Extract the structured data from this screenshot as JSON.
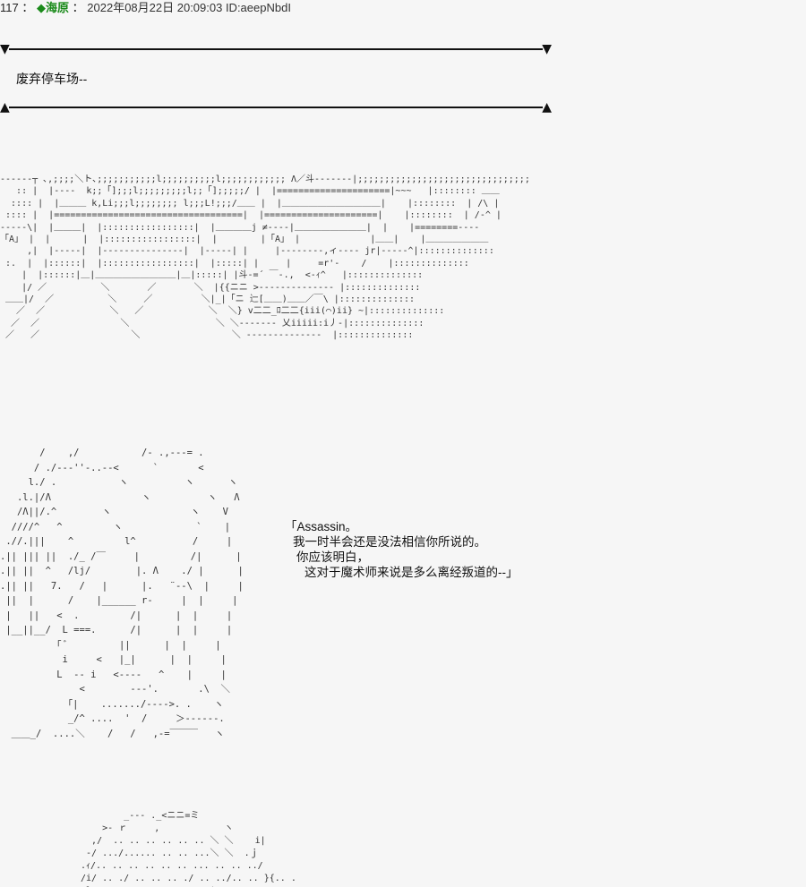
{
  "post": {
    "number": "117",
    "separator": "：",
    "diamond": "◆",
    "name": "海原",
    "colon": "：",
    "datetime": "2022年08月22日 20:09:03 ID:aeepNbdI"
  },
  "dividers": {
    "top_arrow_left": "▼",
    "top_arrow_right": "▼",
    "bottom_arrow_left": "▲",
    "bottom_arrow_right": "▲"
  },
  "caption": "废弃停车场--",
  "dialogue": {
    "line1": "「Assassin。",
    "line2": "我一时半会还是没法相信你所说的。",
    "line3": "你应该明白，",
    "line4": "这对于魔术师来说是多么离经叛道的--」"
  },
  "art": {
    "parking": "‐‐‐‐‐‐┬ ､,;;;;＼ト､;;;;;;;;;;;l;;;;;;;;;;l;;;;;;;;;;;; Λ／斗‐‐‐‐‐‐‐|;;;;;;;;;;;;;;;;;;;;;;;;;;;;;;;;;;;;|  ,.-‐>|‐‐‐‐‐‐‐‐\n   :: |  |‐‐‐‐  k;;「];;;l;;;;;;;;;l;;「];;;;;/ |  |=====================|~~~   |:::::::: ＿＿\n  :::: |  |＿＿＿ k,Li;;;l;;;;;;;; l;;;L!;;;/＿＿ |  |＿＿＿＿＿＿＿＿＿＿＿|    |::::::::  | /\\ |\n :::: |  |===================================|  |=====================|    |::::::::  | /‐^ |\n‐‐‐‐‐\\|  |＿＿＿|  |:::::::::::::::::|  |＿＿＿＿j ≠‐‐‐‐|＿＿＿＿＿＿＿＿|  |    |========‐‐‐‐\n「A」 |  |      |  |:::::::::::::::::|  |        |「A」 |             |＿＿|    |＿＿＿＿＿＿＿\n     ,|  |‐‐‐‐‐|  |‐‐‐‐‐‐‐‐‐‐‐‐‐‐‐|  |‐‐‐‐‐| |     |‐‐‐‐‐‐‐‐,ィ‐‐‐‐ jr|‐‐‐‐‐^|::::::::::::::\n :.  |  |::::::|  |:::::::::::::::::|  |:::::| |     |     =r'-    /    |::::::::::::::\n    |  |::::::|＿|＿＿＿＿＿＿＿＿＿|＿|:::::| |斗-=´ ￣-.,  <-ｨ^   |::::::::::::::\n    |/ ／          ＼       ／       ＼  |{{ニニ >-‐‐‐‐‐‐‐‐‐‐‐‐‐ |::::::::::::::\n ＿＿|/  ／          ＼     ／         ＼|_|「ニ 辷[＿＿)＿＿／￣\\ |::::::::::::::\n   ／  ／            ＼   ／            ＼  ＼} v二二_ﾛ二二{iii(⌒)ii} ~|::::::::::::::\n  ／  ／               ＼                ＼ ＼‐‐‐‐‐‐‐ 乂iiiii:i丿‐|::::::::::::::\n ／   ／                 ＼                 ＼ ‐‐‐‐‐‐‐‐‐‐‐‐‐‐  |::::::::::::::",
    "figure": "       /    ,/           /‐ .,‐‐‐= .\n      / ./‐‐‐''-..‐‐<      `       <\n     l./ .           ヽ          ヽ      ヽ\n   .l.|/Λ                ヽ          ヽ   Λ\n   /Λ||/.^        ヽ              ヽ    V\n  ////^   ^         ヽ             `    |\n .//.|||    ^         l^          /     |\n.|| ||| ||  ./_ /￣     |         /|      |\n.|| ||  ^   /lj/        |. Λ    ./ |      |\n.|| ||   7.   /   |      |.   ¨‐-\\  |     |\n ||  |      /    |______ r‐     |  |     |\n |   ||   <  .         /|      |  |     |\n |__||__/  L ===.      /|      |  |     |\n          ｢ ﾞ         ||      |  |     |\n           i     <   |_|      |  |     |\n          L  -- i   <‐‐‐‐   ^    |     |\n              <        ‐‐‐'.       .\\  ＼\n            ｢|    ......./‐‐‐‐>. .    ヽ\n            _/^ ....  '  /     ＞‐‐‐‐‐‐.\n  ＿＿_/  ....＼    /   /   ,‐=￣￣￣   ヽ",
    "bottom": "         _‐‐‐ ._<ニニ=ミ\n     >‐ ｒ     ,            ヽ\n   ,/  .. .. .. .. .. .. ＼ ＼    i|\n  ‐/ .../...... .. .. ...＼ ＼  .ｊ\n .ｨ/.. .. .. .. .. .. ... .. .. ../\n /i/ .. ./ .. .. .. ./ .. ../.. .. }{.. .\n/ l/.. ./ .. ..  ..  .. .^ .. .."
  }
}
